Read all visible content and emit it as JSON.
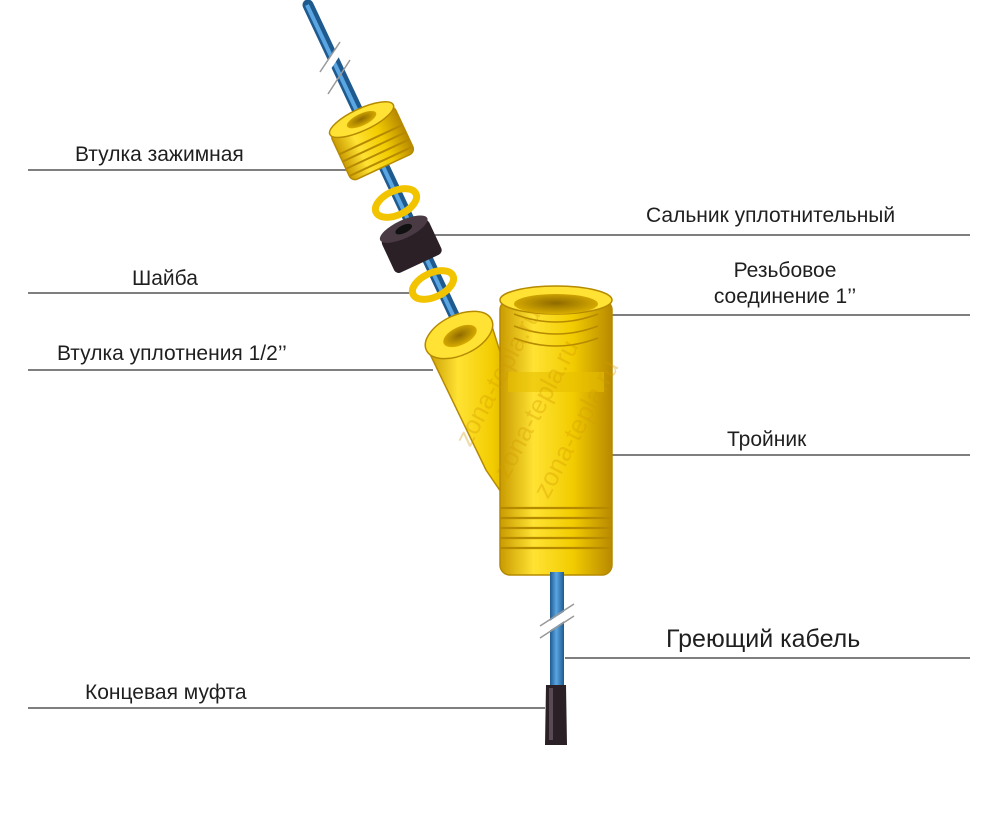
{
  "labels": {
    "clamp_sleeve": "Втулка зажимная",
    "seal_gland": "Сальник уплотнительный",
    "threaded_connection_line1": "Резьбовое",
    "threaded_connection_line2": "соединение 1’’",
    "washer": "Шайба",
    "seal_sleeve": "Втулка уплотнения 1/2’’",
    "tee": "Тройник",
    "heating_cable": "Греющий кабель",
    "end_sleeve": "Концевая муфта"
  },
  "watermark": "zona-tepla.ru",
  "colors": {
    "brass": "#f2d200",
    "brass_dark": "#c9a000",
    "cable": "#3a86c8",
    "cable_dark": "#1f5a8f",
    "seal_black": "#2a2026",
    "leader_line": "#333333"
  }
}
